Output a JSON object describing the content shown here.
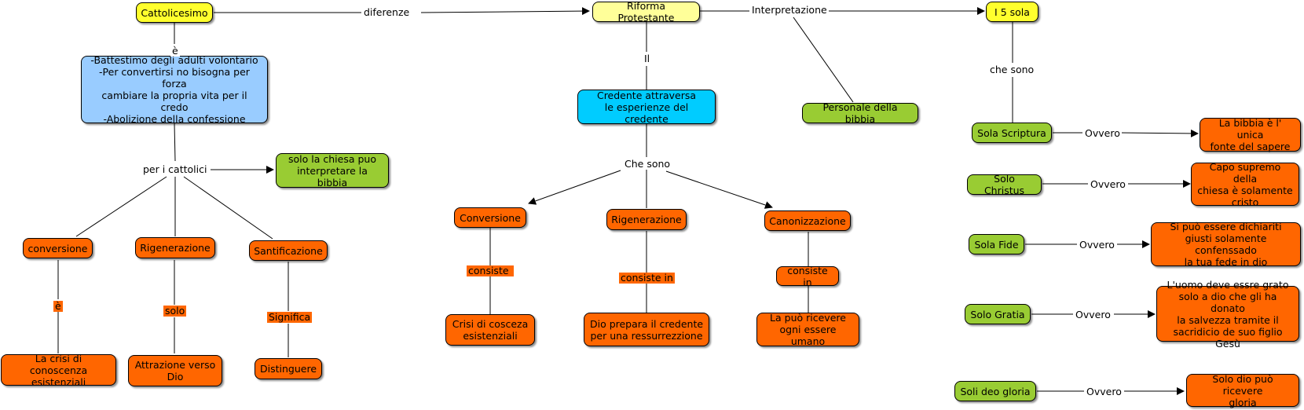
{
  "nodes": {
    "cattolicesimo": "Cattolicesimo",
    "riforma": "Riforma Protestante",
    "i5sola": "I 5 sola",
    "battesimo": "-Battestimo degli  adulti volontario\n-Per convertirsi no bisogna per forza\ncambiare la propria vita  per il credo\n-Abolizione della confessione",
    "chiesa_interpreta": "solo la chiesa puo\ninterpretare la bibbia",
    "conversione_c": "conversione",
    "rigenerazione_c": "Rigenerazione",
    "santificazione": "Santificazione",
    "crisi_conoscenza": "La crisi di conoscenza\nesistenziali",
    "attrazione": "Attrazione  verso\nDio",
    "distinguere": "Distinguere",
    "credente": "Credente attraversa\nle esperienze del credente",
    "personale": "Personale della bibbia",
    "conversione_p": "Conversione",
    "rigenerazione_p": "Rigenerazione",
    "canonizzazione": "Canonizzazione",
    "crisi_cosceza": "Crisi di cosceza\nesistenziali",
    "dio_prepara": "Dio prepara il credente\nper una ressurrezzione",
    "puo_ricevere": "La può ricevere\nogni essere umano",
    "consiste_in_box": "consiste in",
    "sola_scriptura": "Sola Scriptura",
    "solo_christus": "Solo Christus",
    "sola_fide": "Sola Fide",
    "solo_gratia": "Solo Gratia",
    "soli_deo": "Soli deo gloria",
    "bibbia_unica": "La bibbia è l' unica\nfonte del sapere",
    "capo_supremo": "Capo supremo della\nchiesa è solamente\ncristo",
    "giusti": "Si può essere dichiariti\ngiusti solamente confenssado\nla tua fede in dio",
    "uomo_grato": "L'uomo deve essre grato\nsolo a dio che gli ha donato\nla salvezza tramite il\nsacridicio de suo figlio Gesù",
    "solo_dio": "Solo dio può ricevere\ngloria"
  },
  "labels": {
    "differenze": "diferenze",
    "e_top": "è",
    "interpretazione": "Interpretazione",
    "il": "Il",
    "che_sono_top": "che sono",
    "per_i_cattolici": "per i cattolici",
    "che_sono_mid": "Che sono",
    "ovvero": "Ovvero",
    "e_small": "è",
    "solo": "solo",
    "significa": "Significa",
    "consiste": "consiste",
    "consiste_in": "consiste in"
  }
}
